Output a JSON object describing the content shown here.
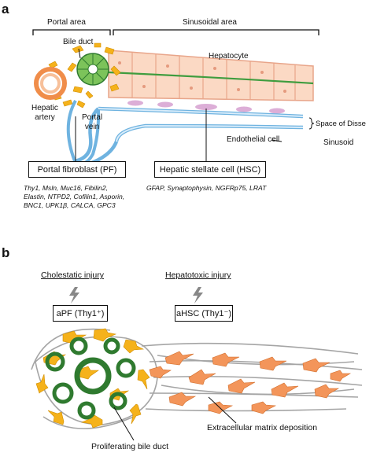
{
  "panel_a": {
    "letter": "a",
    "portal_area": "Portal area",
    "sinusoidal_area": "Sinusoidal area",
    "bile_duct": "Bile duct",
    "hepatocyte": "Hepatocyte",
    "hepatic_artery": [
      "Hepatic",
      "artery"
    ],
    "portal_vein": [
      "Portal",
      "vein"
    ],
    "space_of_disse": "Space of Disse",
    "endothelial_cell": "Endothelial cell",
    "sinusoid": "Sinusoid",
    "pf_box": "Portal fibroblast (PF)",
    "hsc_box": "Hepatic stellate cell (HSC)",
    "pf_markers": [
      "Thy1, Msln, Muc16, Fibilin2,",
      "Elastin, NTPD2, Cofilin1, Asporin,",
      "BNC1, UPK1β, CALCA, GPC3"
    ],
    "hsc_markers": "GFAP, Synaptophysin, NGFRp75, LRAT"
  },
  "panel_b": {
    "letter": "b",
    "cholestatic": "Cholestatic injury",
    "hepatotoxic": "Hepatotoxic injury",
    "apf_box": "aPF (Thy1⁺)",
    "ahsc_box": "aHSC (Thy1⁻)",
    "ecm": "Extracellular matrix deposition",
    "proliferating": "Proliferating bile duct"
  },
  "colors": {
    "portal_fibroblast": "#f5b21b",
    "bile_duct_cell": "#7cc35a",
    "hepatocyte": "#fbd9c4",
    "hepatocyte_border": "#e8a58a",
    "endothelial": "#a9d4f0",
    "stellate": "#d9a6d3",
    "activated_hsc": "#f3955a",
    "artery": "#f08d4a",
    "green_line": "#3f9d3f",
    "ecm_fiber": "#999999"
  }
}
